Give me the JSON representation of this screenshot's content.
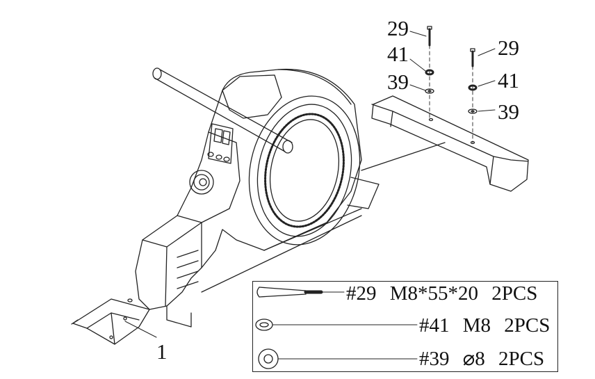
{
  "callouts": {
    "bolt_left": "29",
    "washer_spring_left": "41",
    "washer_flat_left": "39",
    "bolt_right": "29",
    "washer_spring_right": "41",
    "washer_flat_right": "39",
    "frame": "1"
  },
  "legend": {
    "rows": [
      {
        "part": "#29",
        "spec": "M8*55*20",
        "qty": "2PCS",
        "icon": "bolt-icon"
      },
      {
        "part": "#41",
        "spec": "M8",
        "qty": "2PCS",
        "icon": "spring-washer-icon"
      },
      {
        "part": "#39",
        "spec": "⌀8",
        "qty": "2PCS",
        "icon": "flat-washer-icon"
      }
    ]
  }
}
